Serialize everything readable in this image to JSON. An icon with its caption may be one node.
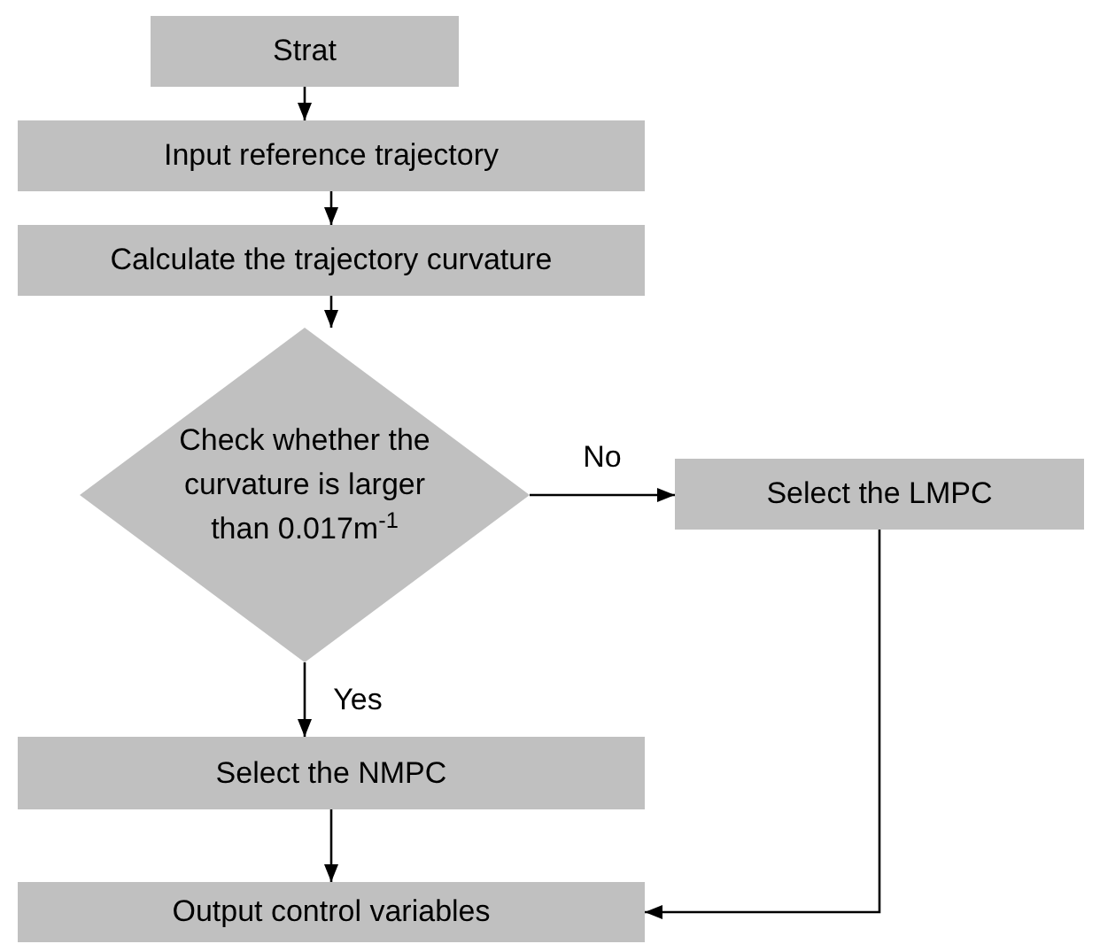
{
  "diagram": {
    "nodes": [
      {
        "text": [
          "Strat"
        ]
      },
      {
        "text": [
          "Input reference trajectory"
        ]
      },
      {
        "text": [
          "Calculate the trajectory curvature"
        ]
      },
      {
        "text": [
          "Check whether the curvature is larger than 0.017m$^{-1}$"
        ]
      },
      {
        "text": [
          "Select the LMPC"
        ]
      },
      {
        "text": [
          "Select the NMPC"
        ]
      },
      {
        "text": [
          "Output control variables"
        ]
      }
    ],
    "edges": [
      {
        "from": 0,
        "to": 1,
        "arrow": "to"
      },
      {
        "from": 1,
        "to": 2,
        "arrow": "to"
      },
      {
        "from": 2,
        "to": 3,
        "arrow": "to"
      },
      {
        "from": 3,
        "to": 4,
        "arrow": "to",
        "label": "No"
      },
      {
        "from": 3,
        "to": 5,
        "arrow": "to",
        "label": "Yes"
      },
      {
        "from": 5,
        "to": 6,
        "arrow": "to"
      },
      {
        "from": 4,
        "to": 6,
        "arrow": "to"
      }
    ]
  }
}
